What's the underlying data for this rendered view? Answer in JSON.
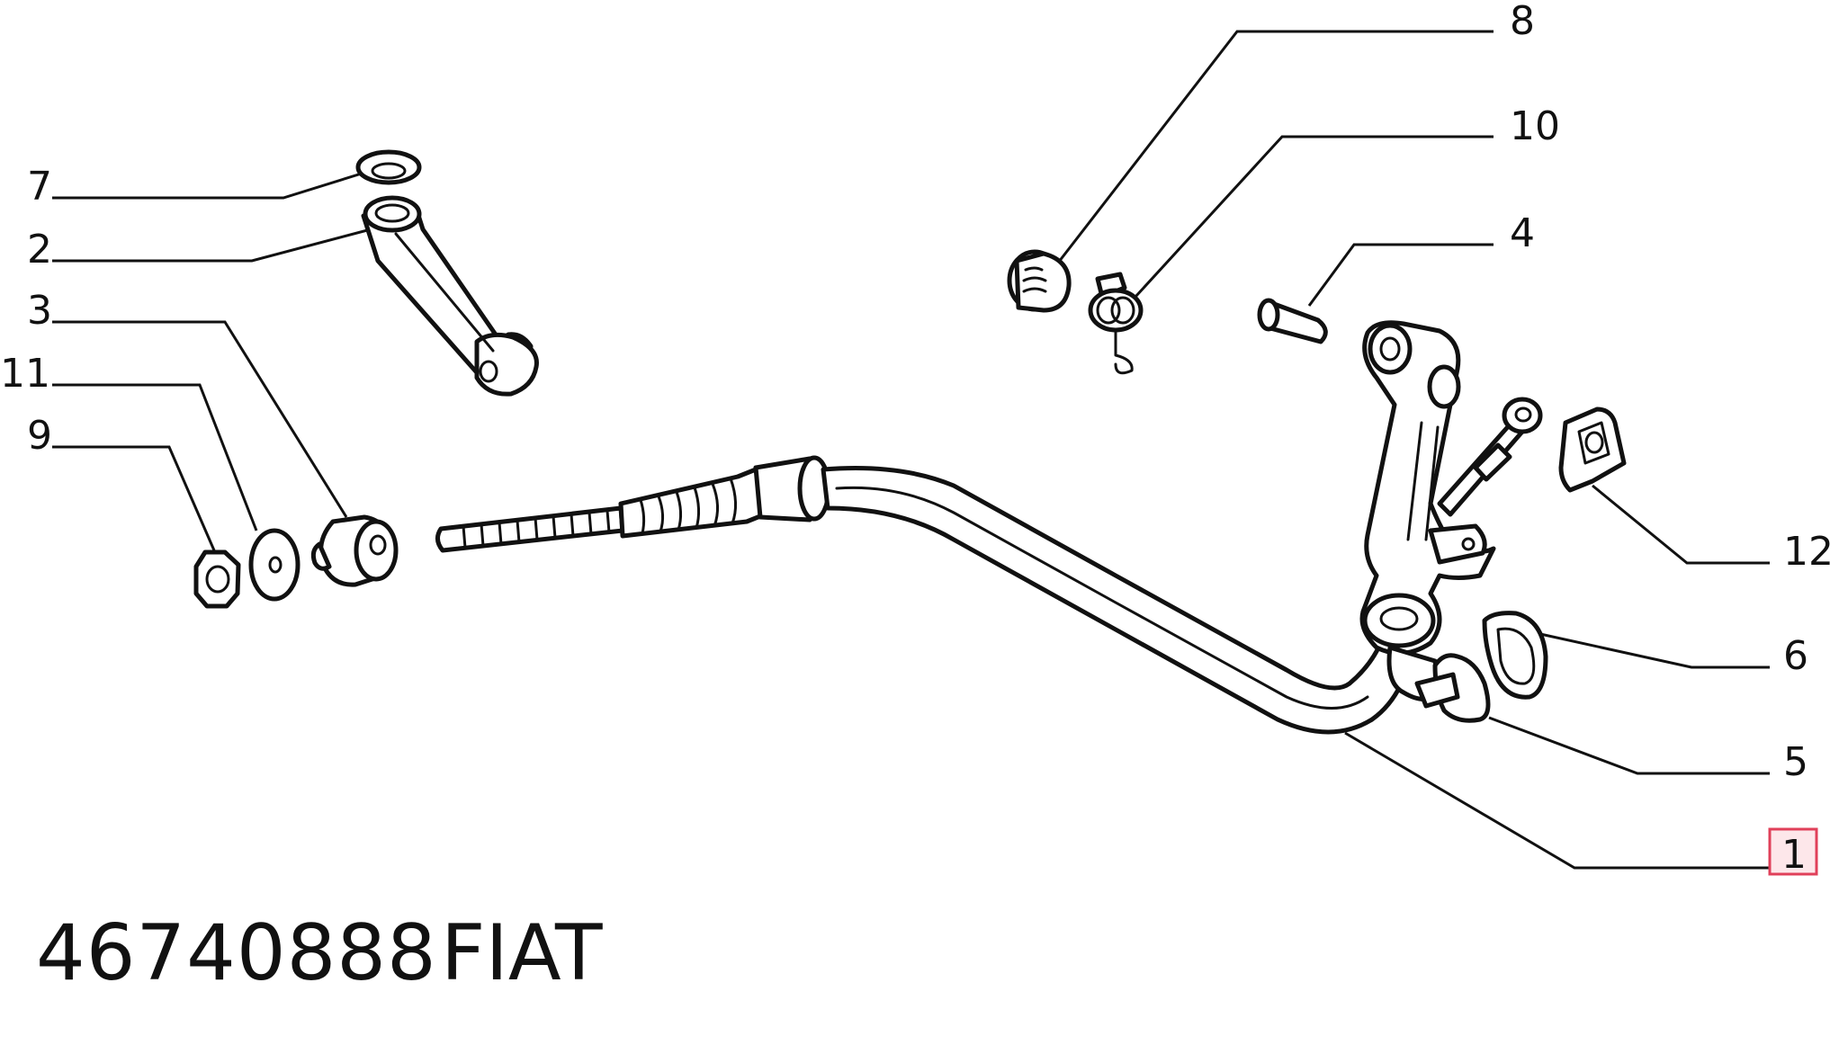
{
  "callouts": {
    "c7": "7",
    "c2": "2",
    "c3": "3",
    "c11": "11",
    "c9": "9",
    "c8": "8",
    "c10": "10",
    "c4": "4",
    "c12": "12",
    "c6": "6",
    "c5": "5",
    "c1": "1"
  },
  "footer": {
    "part_number": "46740888",
    "brand": "FIAT"
  },
  "colors": {
    "line": "#111111",
    "highlight_fill": "#fde7ea",
    "highlight_border": "#e0405a"
  }
}
